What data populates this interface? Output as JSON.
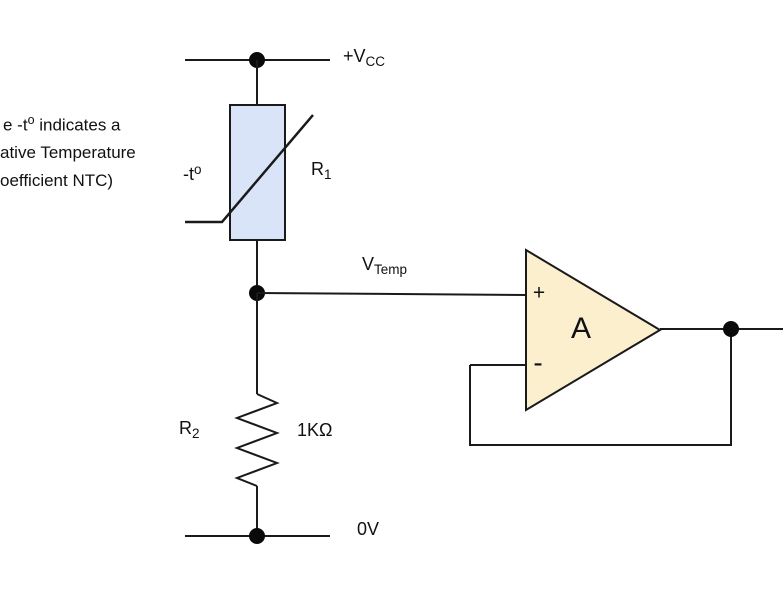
{
  "diagram": {
    "annotation": {
      "line1_pre": "e -t",
      "line1_sup": "o",
      "line1_post": " indicates a",
      "line2": "ative Temperature",
      "line3": "oefficient NTC)"
    },
    "power": {
      "vcc_main": "+V",
      "vcc_sub": "CC",
      "ground": "0V"
    },
    "thermistor": {
      "ref_main": "R",
      "ref_sub": "1",
      "temp_main": "-t",
      "temp_sup": "o"
    },
    "divider": {
      "vout_main": "V",
      "vout_sub": "Temp"
    },
    "resistor": {
      "ref_main": "R",
      "ref_sub": "2",
      "value": "1KΩ"
    },
    "opamp": {
      "gain": "A",
      "noninverting_input": "+",
      "inverting_input": "-"
    },
    "colors": {
      "thermistor_fill": "#d9e4f8",
      "opamp_fill": "#fbefcd",
      "wire": "#1a1a1a",
      "background": "#ffffff"
    }
  }
}
